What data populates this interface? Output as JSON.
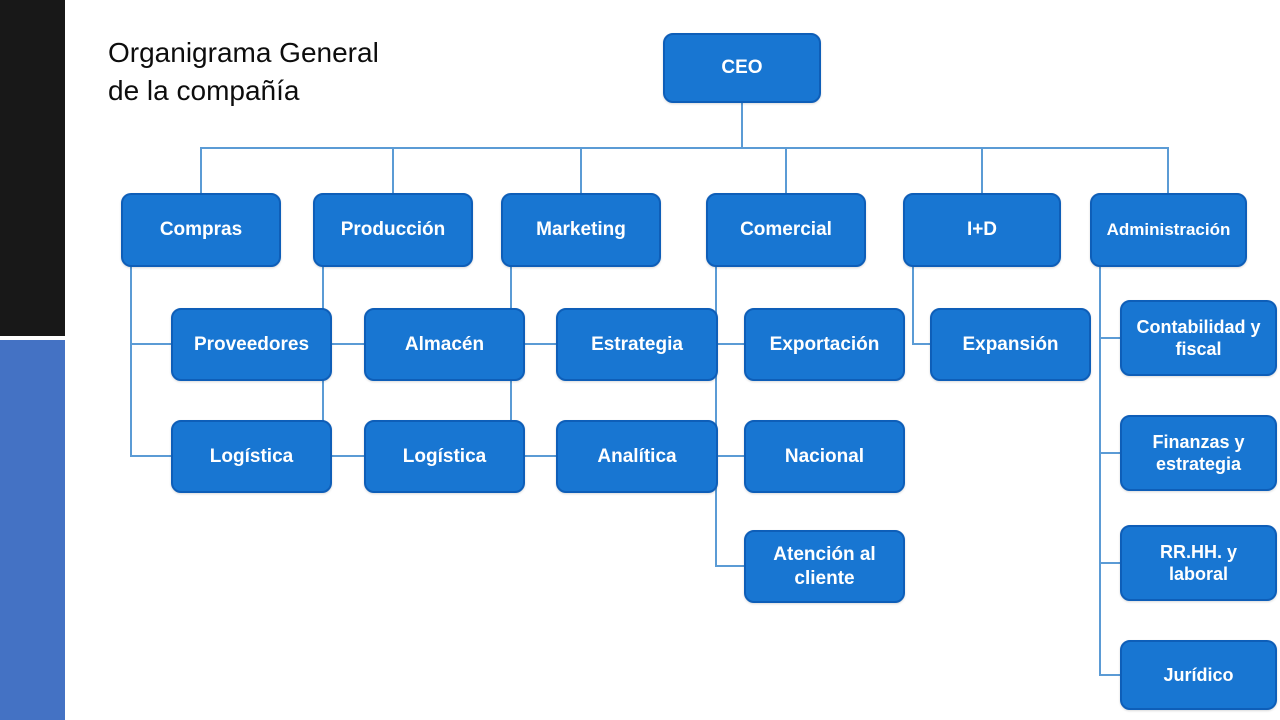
{
  "slide": {
    "title_line1": "Organigrama General",
    "title_line2": "de la compañía"
  },
  "colors": {
    "node_fill": "#1876d2",
    "node_border": "#0e5eb8",
    "connector": "#5b9bd5",
    "sidebar_black": "#181818",
    "sidebar_blue": "#4472c4",
    "node_text": "#ffffff"
  },
  "org": {
    "root": {
      "label": "CEO"
    },
    "departments": [
      {
        "label": "Compras",
        "children": [
          "Proveedores",
          "Logística"
        ]
      },
      {
        "label": "Producción",
        "children": [
          "Almacén",
          "Logística"
        ]
      },
      {
        "label": "Marketing",
        "children": [
          "Estrategia",
          "Analítica"
        ]
      },
      {
        "label": "Comercial",
        "children": [
          "Exportación",
          "Nacional",
          "Atención al cliente"
        ]
      },
      {
        "label": "I+D",
        "children": [
          "Expansión"
        ]
      },
      {
        "label": "Administración",
        "children": [
          "Contabilidad y fiscal",
          "Finanzas y estrategia",
          "RR.HH. y laboral",
          "Jurídico"
        ]
      }
    ]
  }
}
